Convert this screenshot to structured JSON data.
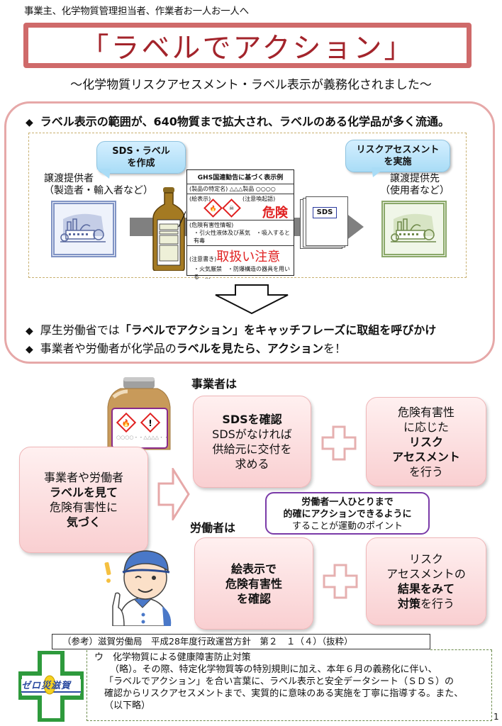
{
  "header": {
    "audience": "事業主、化学物質管理担当者、作業者お一人お一人へ",
    "title": "「ラベルでアクション」",
    "subtitle": "～化学物質リスクアセスメント・ラベル表示が義務化されました～"
  },
  "top_panel": {
    "bullet_1": "ラベル表示の範囲が、640物質まで拡大され、ラベルのある化学品が多く流通。",
    "flow": {
      "bubble_left": [
        "SDS・ラベル",
        "を作成"
      ],
      "bubble_right": [
        "リスクアセスメント",
        "を実施"
      ],
      "supplier": [
        "譲渡提供者",
        "（製造者・輸入者など）"
      ],
      "recipient": [
        "譲渡提供先",
        "（使用者など）"
      ],
      "ghs_label": {
        "title": "GHS国連勧告に基づく表示例",
        "product_row": "(製品の特定名)  △△△製品  ○○○○",
        "pictogram_label": "(絵表示)",
        "signal_label": "(注意喚起語)",
        "signal_word": "危険",
        "hazard_label": "(危険有害性情報)",
        "hazard_items": "・引火性液体及び蒸気　・吸入すると有毒",
        "precaution_label": "(注意書き)",
        "precaution_word": "取扱い注意",
        "precaution_items": "・火気厳禁　・防爆構造の器具を用いる　…"
      },
      "sds_tag": "SDS"
    },
    "bullet_2": {
      "prefix": "厚生労働省では",
      "bold": "「ラベルでアクション」をキャッチフレーズに取組を呼びかけ"
    },
    "bullet_3": {
      "prefix": "事業者や労働者が化学品の",
      "bold": "ラベルを見たら、アクション",
      "suffix": "を！"
    }
  },
  "lower": {
    "jar_label_text": "○○○○・・△△△△・・",
    "aware_box": {
      "line1": "事業者や労働者",
      "line2": "ラベルを見て",
      "line3": "危険有害性に",
      "line4": "気づく"
    },
    "employer_heading": "事業者は",
    "sds_box": {
      "line1": "SDSを確認",
      "line2": "SDSがなければ",
      "line3": "供給元に交付を",
      "line4": "求める"
    },
    "ra_box": {
      "line1": "危険有害性",
      "line2": "に応じた",
      "line3": "リスク",
      "line4": "アセスメント",
      "line5": "を行う"
    },
    "point_box": {
      "line1": "労働者一人ひとりまで",
      "line2": "的確にアクションできるように",
      "line3": "することが運動のポイント"
    },
    "worker_heading": "労働者は",
    "pict_box": {
      "line1": "絵表示で",
      "line2": "危険有害性",
      "line3": "を確認"
    },
    "measure_box": {
      "line1": "リスク",
      "line2": "アセスメントの",
      "line3": "結果をみて",
      "line4_bold": "対策",
      "line4_rest": "を行う"
    }
  },
  "reference": {
    "header": "（参考）滋賀労働局　平成28年度行政運営方針　第２　１（４）（抜粋）",
    "heading": "ウ　化学物質による健康障害防止対策",
    "lines": [
      "（略）。その際、特定化学物質等の特別規則に加え、本年６月の義務化に伴い、",
      "「ラベルでアクション」を合い言葉に、ラベル表示と安全データシート（ＳＤＳ）の",
      "確認からリスクアセスメントまで、実質的に意味のある実施を丁寧に指導する。また、",
      "（以下略）"
    ],
    "logo_text": "ゼロ災滋賀"
  },
  "page_number": "1",
  "colors": {
    "title_border": "#cf6a6a",
    "title_text": "#a3242b",
    "panel_border": "#e6a8a8",
    "bubble_blue": "#a9dcf6",
    "pink_box": "#f9cfd1",
    "point_border": "#7a3aa8",
    "logo_green": "#2e9a3c",
    "danger_red": "#e02020"
  }
}
